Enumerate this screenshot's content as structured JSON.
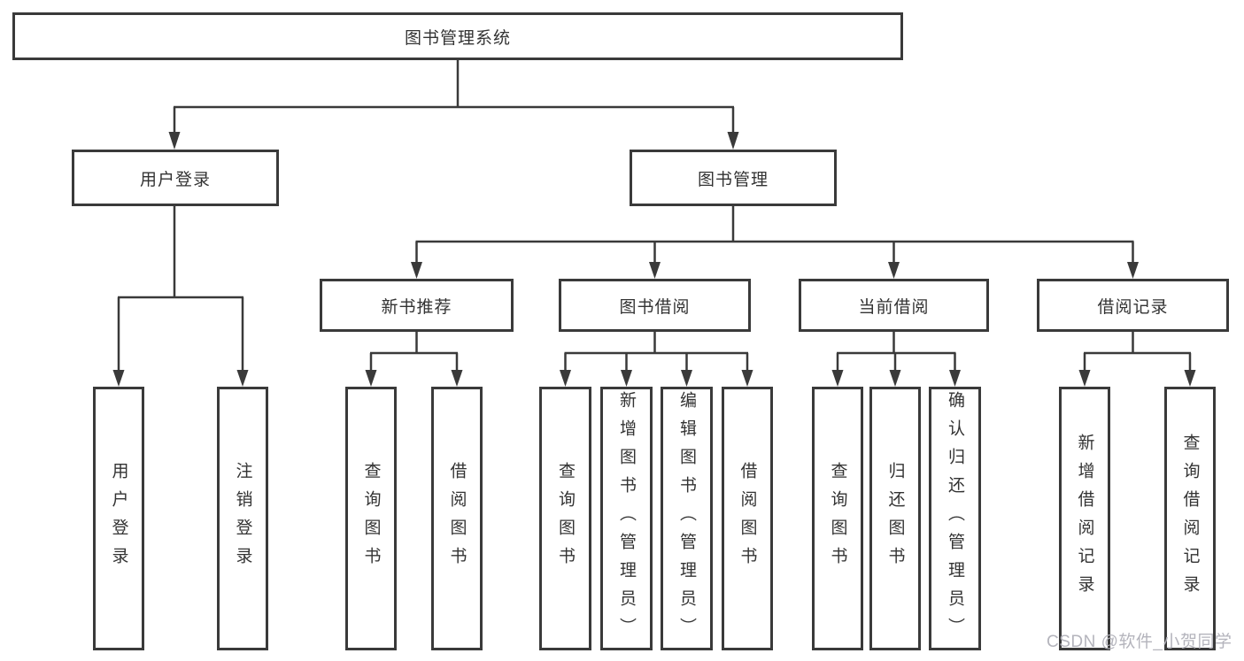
{
  "tree": {
    "label": "图书管理系统",
    "children": [
      {
        "label": "用户登录",
        "children": [
          {
            "label": "用户登录"
          },
          {
            "label": "注销登录"
          }
        ]
      },
      {
        "label": "图书管理",
        "children": [
          {
            "label": "新书推荐",
            "children": [
              {
                "label": "查询图书"
              },
              {
                "label": "借阅图书"
              }
            ]
          },
          {
            "label": "图书借阅",
            "children": [
              {
                "label": "查询图书"
              },
              {
                "label": "新增图书（管理员）"
              },
              {
                "label": "编辑图书（管理员）"
              },
              {
                "label": "借阅图书"
              }
            ]
          },
          {
            "label": "当前借阅",
            "children": [
              {
                "label": "查询图书"
              },
              {
                "label": "归还图书"
              },
              {
                "label": "确认归还（管理员）"
              }
            ]
          },
          {
            "label": "借阅记录",
            "children": [
              {
                "label": "新增借阅记录"
              },
              {
                "label": "查询借阅记录"
              }
            ]
          }
        ]
      }
    ]
  },
  "watermark": {
    "text": "CSDN @软件_小贺同学"
  },
  "colors": {
    "line": "#3a3a3a",
    "box_border": "#3a3a3a",
    "text": "#333333",
    "watermark": "#b0b0b8",
    "background": "#ffffff"
  }
}
